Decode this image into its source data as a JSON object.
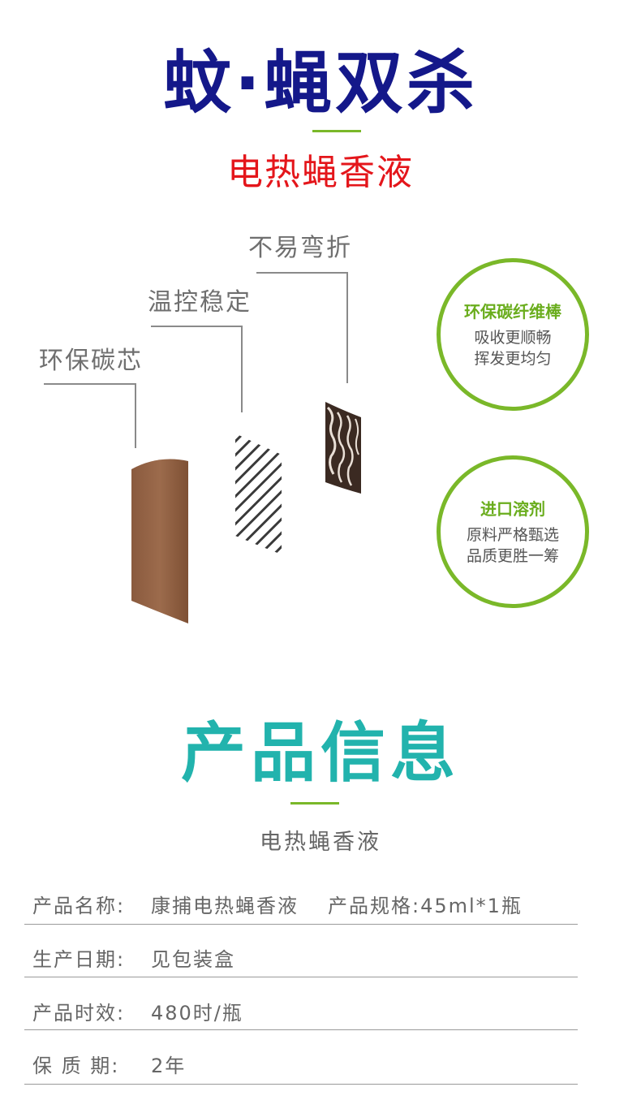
{
  "header": {
    "title": "蚊·蝇双杀",
    "subtitle": "电热蝇香液"
  },
  "callouts": [
    {
      "text": "不易弯折"
    },
    {
      "text": "温控稳定"
    },
    {
      "text": "环保碳芯"
    }
  ],
  "badges": [
    {
      "title": "环保碳纤维棒",
      "line1": "吸收更顺畅",
      "line2": "挥发更均匀"
    },
    {
      "title": "进口溶剂",
      "line1": "原料严格甄选",
      "line2": "品质更胜一筹"
    }
  ],
  "info": {
    "title": "产品信息",
    "subtitle": "电热蝇香液",
    "rows": [
      {
        "label": "产品名称:",
        "value": "康捕电热蝇香液",
        "label2": "产品规格:",
        "value2": "45ml*1瓶"
      },
      {
        "label": "生产日期:",
        "value": "见包装盒"
      },
      {
        "label": "产品时效:",
        "value": "480时/瓶"
      },
      {
        "label": "保 质 期:",
        "value": "2年"
      }
    ]
  },
  "colors": {
    "title_blue": "#14188a",
    "accent_green": "#7ab829",
    "subtitle_red": "#e4161b",
    "info_teal": "#22b3ad"
  }
}
